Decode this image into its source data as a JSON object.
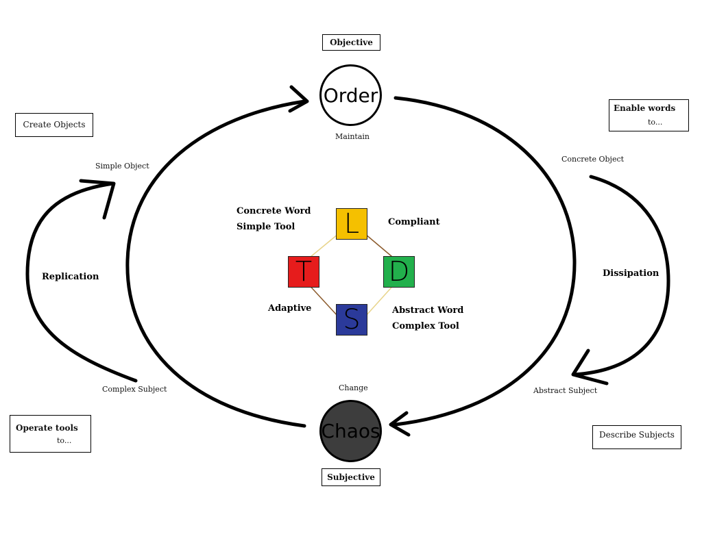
{
  "boxes": {
    "objective": "Objective",
    "subjective": "Subjective",
    "create_objects": "Create Objects",
    "enable_words_line1": "Enable words",
    "enable_words_line2": "to...",
    "operate_tools_line1": "Operate tools",
    "operate_tools_line2": "to...",
    "describe_subjects": "Describe Subjects"
  },
  "nodes": {
    "order": "Order",
    "chaos": "Chaos",
    "order_caption": "Maintain",
    "chaos_caption": "Change"
  },
  "cycle_labels": {
    "simple_object": "Simple Object",
    "complex_subject": "Complex Subject",
    "concrete_object": "Concrete Object",
    "abstract_subject": "Abstract Subject",
    "replication": "Replication",
    "dissipation": "Dissipation"
  },
  "center": {
    "squares": {
      "l": {
        "letter": "L",
        "color": "#f5c000"
      },
      "t": {
        "letter": "T",
        "color": "#e61c1c"
      },
      "d": {
        "letter": "D",
        "color": "#22b04c"
      },
      "s": {
        "letter": "S",
        "color": "#2b3a9a"
      }
    },
    "labels": {
      "concrete_word": "Concrete Word",
      "simple_tool": "Simple Tool",
      "compliant": "Compliant",
      "adaptive": "Adaptive",
      "abstract_word": "Abstract Word",
      "complex_tool": "Complex Tool"
    }
  },
  "colors": {
    "chaos_fill": "#3d3d3d",
    "line_yellow": "#e8d48a",
    "line_brown": "#8b5a2b"
  }
}
